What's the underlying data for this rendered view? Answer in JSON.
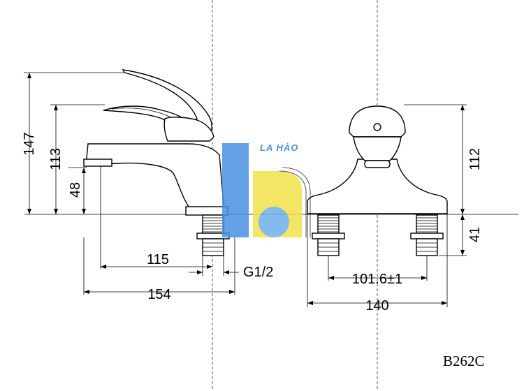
{
  "dimensions": {
    "height_overall": "147",
    "height_spout": "113",
    "height_outlet": "48",
    "reach": "115",
    "depth": "154",
    "thread": "G1/2",
    "height_front": "112",
    "shank": "41",
    "center": "101.6±1",
    "width": "140"
  },
  "model": {
    "code": "B262C"
  },
  "watermark": {
    "brand": "LA HÀO",
    "colors": {
      "blue": "#4a90e2",
      "yellow": "#f2e24a",
      "light_blue": "#6fb0ea"
    }
  }
}
